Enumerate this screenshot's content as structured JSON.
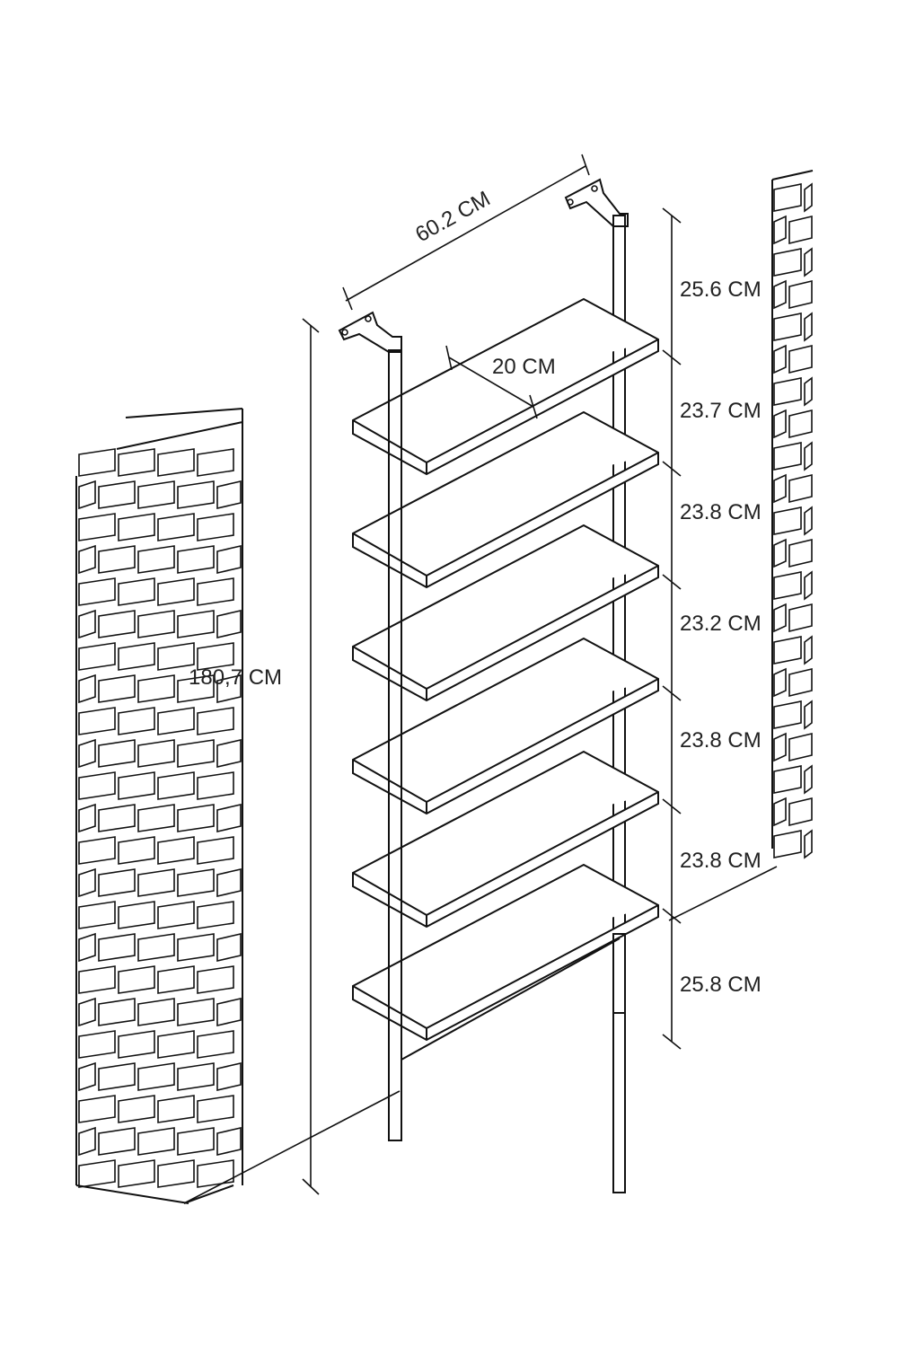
{
  "dimensions": {
    "width": "60.2 CM",
    "depth": "20 CM",
    "total_height": "180,7 CM",
    "spacings": [
      "25.6 CM",
      "23.7 CM",
      "23.8 CM",
      "23.2 CM",
      "23.8 CM",
      "23.8 CM",
      "25.8 CM"
    ]
  },
  "colors": {
    "ink": "#111111",
    "paper": "#ffffff"
  }
}
